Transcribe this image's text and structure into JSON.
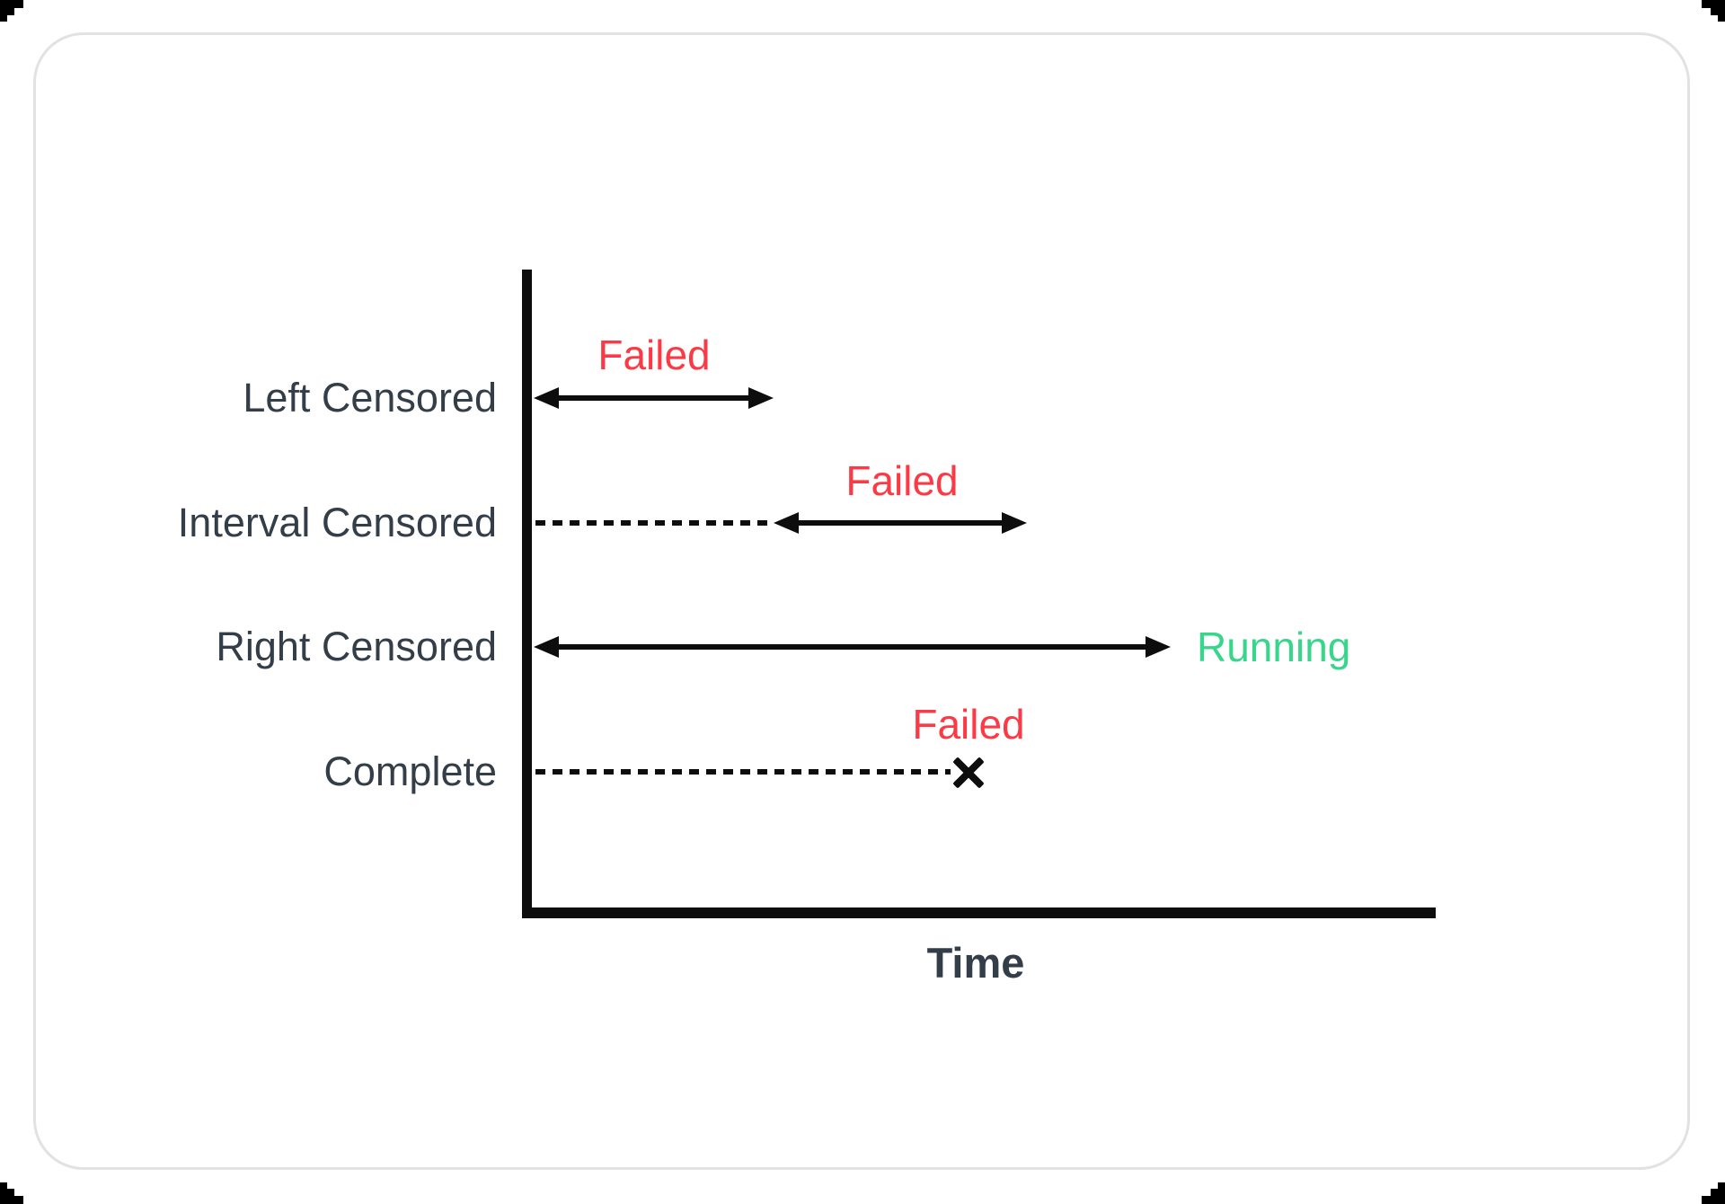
{
  "diagram": {
    "title": "",
    "x_axis_label": "Time",
    "rows": [
      {
        "label": "Left Censored",
        "status": "Failed",
        "status_color": "#fb3a45",
        "line_style": "double-arrow-from-axis"
      },
      {
        "label": "Interval Censored",
        "status": "Failed",
        "status_color": "#fb3a45",
        "line_style": "dotted-then-double-arrow"
      },
      {
        "label": "Right Censored",
        "status": "Running",
        "status_color": "#38d68b",
        "line_style": "long-double-arrow-from-axis"
      },
      {
        "label": "Complete",
        "status": "Failed",
        "status_color": "#fb3a45",
        "line_style": "dotted-ending-in-x-marker"
      }
    ],
    "colors": {
      "axis": "#0d0d0d",
      "row_label_text": "#333e49",
      "failed_text": "#fb3a45",
      "running_text": "#38d68b",
      "card_border": "#e2e2e2",
      "background": "#ffffff"
    }
  }
}
